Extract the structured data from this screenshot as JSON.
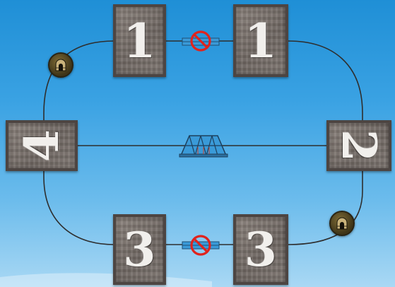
{
  "tiles": {
    "top_left": "1",
    "top_right": "1",
    "left": "4",
    "right": "2",
    "bottom_left": "3",
    "bottom_right": "3"
  },
  "colors": {
    "sky_top": "#1f8fd6",
    "sky_bottom": "#a9d8f4",
    "tile_face": "#7a726d",
    "tile_border": "#4d4542",
    "bridge_blue": "#3a9ad8",
    "forbidden_red": "#e0231d",
    "link_line": "#2e2e2e"
  },
  "icons": {
    "tunnel": "tunnel-icon",
    "bridge": "bridge-icon",
    "forbidden": "no-entry-icon"
  }
}
